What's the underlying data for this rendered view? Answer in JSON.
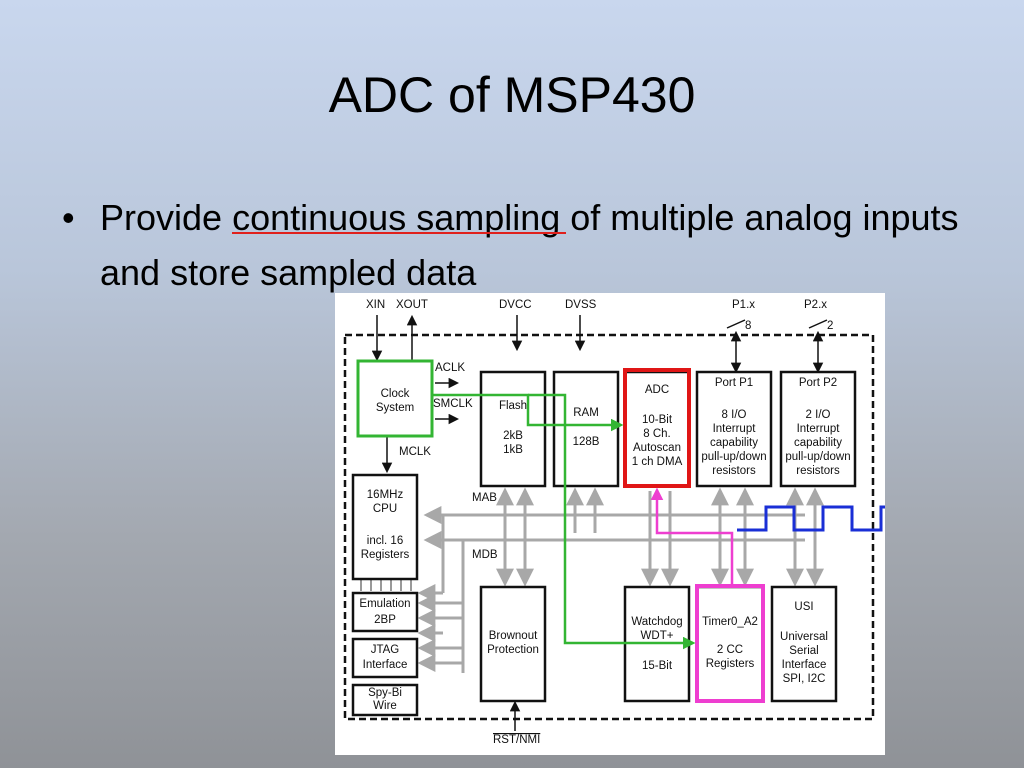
{
  "slide": {
    "title": "ADC of MSP430",
    "bullet": {
      "pre": "Provide ",
      "underlined": "continuous sampling",
      "post": " of multiple analog inputs and store sampled data"
    }
  },
  "diagram": {
    "pins": {
      "xin": "XIN",
      "xout": "XOUT",
      "dvcc": "DVCC",
      "dvss": "DVSS",
      "p1x": "P1.x",
      "p2x": "P2.x",
      "p1_width": "8",
      "p2_width": "2",
      "rst_nmi": "RST/NMI"
    },
    "signals": {
      "aclk": "ACLK",
      "smclk": "SMCLK",
      "mclk": "MCLK",
      "mab": "MAB",
      "mdb": "MDB"
    },
    "blocks": {
      "clock": [
        "Clock",
        "System"
      ],
      "flash": [
        "Flash",
        "2kB",
        "1kB"
      ],
      "ram": [
        "RAM",
        "128B"
      ],
      "adc": [
        "ADC",
        "10-Bit",
        "8 Ch.",
        "Autoscan",
        "1 ch DMA"
      ],
      "port_p1": [
        "Port P1",
        "8 I/O",
        "Interrupt",
        "capability",
        "pull-up/down",
        "resistors"
      ],
      "port_p2": [
        "Port P2",
        "2 I/O",
        "Interrupt",
        "capability",
        "pull-up/down",
        "resistors"
      ],
      "cpu": [
        "16MHz",
        "CPU",
        "incl. 16",
        "Registers"
      ],
      "emulation": [
        "Emulation",
        "2BP"
      ],
      "jtag": [
        "JTAG",
        "Interface"
      ],
      "spybi": [
        "Spy-Bi",
        "Wire"
      ],
      "brownout": [
        "Brownout",
        "Protection"
      ],
      "watchdog": [
        "Watchdog",
        "WDT+",
        "15-Bit"
      ],
      "timer": [
        "Timer0_A2",
        "2 CC",
        "Registers"
      ],
      "usi": [
        "USI",
        "Universal",
        "Serial",
        "Interface",
        "SPI, I2C"
      ]
    },
    "colors": {
      "clock_highlight": "#33b533",
      "adc_highlight": "#e01616",
      "timer_highlight": "#ee3ed0",
      "bus": "#a8a8a8",
      "waveform": "#1a2fd6"
    }
  }
}
